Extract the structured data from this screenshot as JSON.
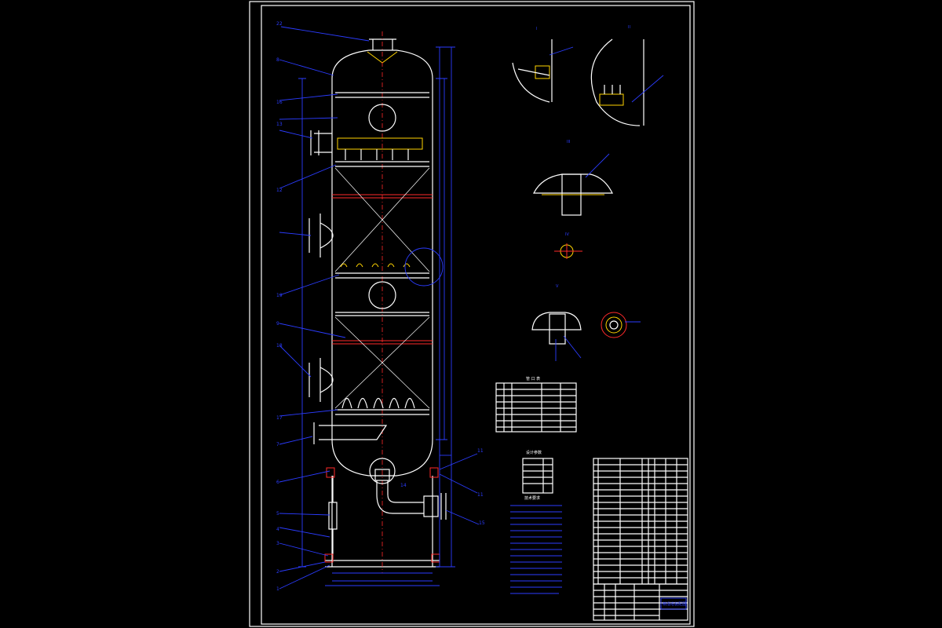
{
  "labels": {
    "weld_note_title": "焊接要求",
    "tech_req_title": "技术要求",
    "nozzle_table_title": "管 口 表",
    "design_table_title": "设计参数",
    "title_block_name": "精馏塔装配图"
  },
  "leaders_left": [
    "22",
    "8",
    "16",
    "13",
    "12",
    "19",
    "9",
    "18",
    "17",
    "7",
    "6",
    "5",
    "4",
    "3",
    "2",
    "1"
  ],
  "leaders_right": [
    "11",
    "11",
    "15",
    "14"
  ],
  "detail_marks": [
    "I",
    "II",
    "III",
    "IV",
    "V"
  ],
  "colors": {
    "outline": "#ffffff",
    "dims": "#2b3cff",
    "centerline": "#ff2a2a",
    "part": "#ffd400",
    "weld": "#2ad12a"
  }
}
